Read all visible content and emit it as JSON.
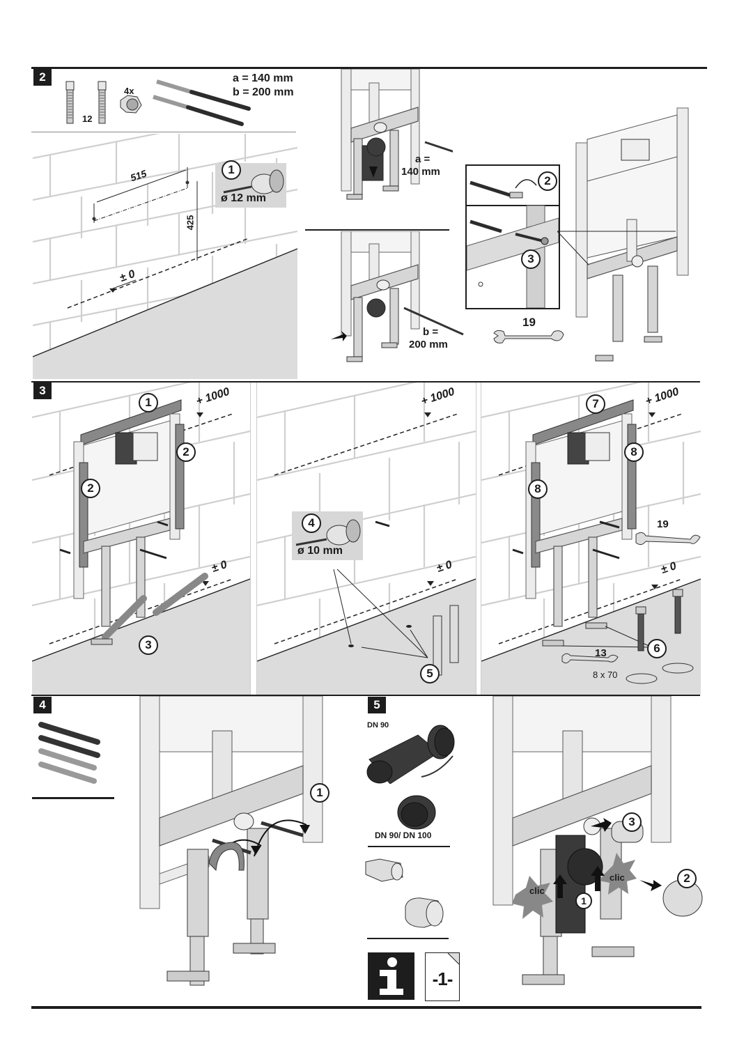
{
  "document": {
    "type": "installation-instructions",
    "page_number_label": "-1-",
    "info_icon": "info-icon"
  },
  "steps": {
    "step2": {
      "badge": "2",
      "parts": {
        "anchor_count": "12",
        "nut_count": "4x",
        "length_a": "a = 140 mm",
        "length_b": "b = 200 mm"
      },
      "wall": {
        "dim_horizontal": "515",
        "dim_vertical": "425",
        "level_zero": "± 0",
        "drill_callout": "1",
        "drill_size": "ø 12 mm"
      },
      "frame_a": {
        "label_line1": "a =",
        "label_line2": "140 mm"
      },
      "frame_b": {
        "label_line1": "b =",
        "label_line2": "200 mm"
      },
      "detail": {
        "callout2": "2",
        "callout3": "3",
        "wrench_size": "19"
      }
    },
    "step3": {
      "badge": "3",
      "panel1": {
        "level_top": "+ 1000",
        "level_zero": "± 0",
        "callouts": [
          "1",
          "2",
          "2",
          "3"
        ]
      },
      "panel2": {
        "level_top": "+ 1000",
        "level_zero": "± 0",
        "drill_callout": "4",
        "drill_size": "ø 10 mm",
        "anchor_callout": "5"
      },
      "panel3": {
        "level_top": "+ 1000",
        "level_zero": "± 0",
        "callouts": [
          "7",
          "8",
          "8",
          "6"
        ],
        "wrench_top": "19",
        "wrench_bottom": "13",
        "screw_size": "8 x 70"
      }
    },
    "step4": {
      "badge": "4",
      "callout": "1"
    },
    "step5": {
      "badge": "5",
      "bend_label": "DN 90",
      "reducer_label": "DN 90/ DN 100",
      "callouts": [
        "1",
        "2",
        "3"
      ],
      "clic_label": "clic"
    }
  }
}
